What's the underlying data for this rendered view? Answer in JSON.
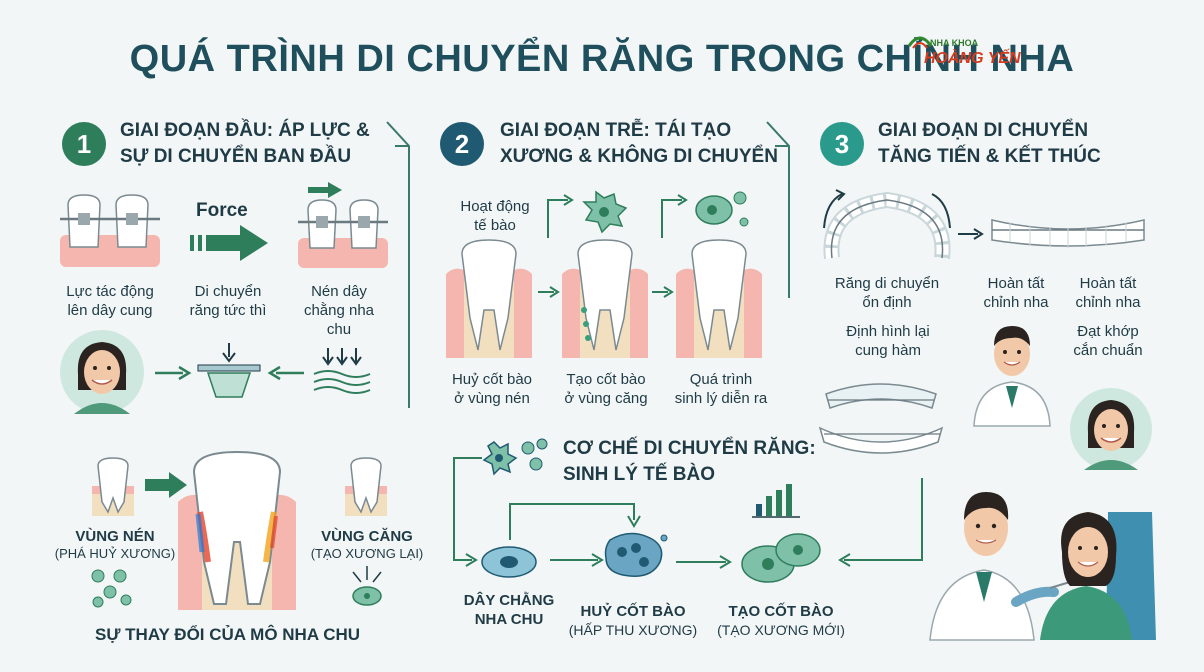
{
  "title": "QUÁ TRÌNH DI CHUYỂN RĂNG TRONG CHỈNH NHA",
  "logo": {
    "small": "NHA KHOA",
    "big": "HOÀNG YẾN"
  },
  "stage1": {
    "number": "1",
    "title_line1": "GIAI ĐOẠN ĐẦU: ÁP LỰC &",
    "title_line2": "SỰ DI CHUYỂN BAN ĐẦU",
    "force_label": "Force",
    "label_force_line1": "Lực tác động",
    "label_force_line2": "lên dây cung",
    "label_move_line1": "Di chuyển",
    "label_move_line2": "răng tức thì",
    "label_compress_line1": "Nén dây",
    "label_compress_line2": "chằng nha",
    "label_compress_line3": "chu"
  },
  "stage2": {
    "number": "2",
    "title_line1": "GIAI ĐOẠN TRỄ: TÁI TẠO",
    "title_line2": "XƯƠNG & KHÔNG DI CHUYỂN",
    "cell_label_line1": "Hoạt động",
    "cell_label_line2": "tế bào",
    "label_a_line1": "Huỷ cốt bào",
    "label_a_line2": "ở vùng nén",
    "label_b_line1": "Tạo cốt bào",
    "label_b_line2": "ở vùng căng",
    "label_c_line1": "Quá trình",
    "label_c_line2": "sinh lý diễn ra"
  },
  "stage3": {
    "number": "3",
    "title_line1": "GIAI ĐOẠN DI CHUYỂN",
    "title_line2": "TĂNG TIẾN & KẾT THÚC",
    "label_stable_line1": "Răng di chuyển",
    "label_stable_line2": "ổn định",
    "label_arch_line1": "Định hình lại",
    "label_arch_line2": "cung hàm",
    "label_done1_line1": "Hoàn tất",
    "label_done1_line2": "chỉnh nha",
    "label_done2_line1": "Hoàn tất",
    "label_done2_line2": "chỉnh nha",
    "label_bite_line1": "Đạt khớp",
    "label_bite_line2": "cắn chuẩn"
  },
  "tissue": {
    "compress_title": "VÙNG NÉN",
    "compress_sub": "(PHÁ HUỶ XƯƠNG)",
    "tension_title": "VÙNG CĂNG",
    "tension_sub": "(TẠO XƯƠNG LẠI)",
    "caption": "SỰ THAY ĐỔI CỦA MÔ NHA CHU"
  },
  "mechanism": {
    "title_line1": "CƠ CHẾ DI CHUYỂN RĂNG:",
    "title_line2": "SINH LÝ TẾ BÀO",
    "pdl_line1": "DÂY CHẰNG",
    "pdl_line2": "NHA CHU",
    "osteoclast_title": "HUỶ CỐT BÀO",
    "osteoclast_sub": "(HẤP THU XƯƠNG)",
    "osteoblast_title": "TẠO CỐT BÀO",
    "osteoblast_sub": "(TẠO XƯƠNG MỚI)"
  },
  "colors": {
    "badge1": "#2e7d5b",
    "badge2": "#1f5a72",
    "badge3": "#2a9a8c",
    "arrow": "#2e7d5b",
    "gum": "#f4b6ae",
    "bone": "#f1dfc0",
    "cell": "#5fae9a"
  }
}
